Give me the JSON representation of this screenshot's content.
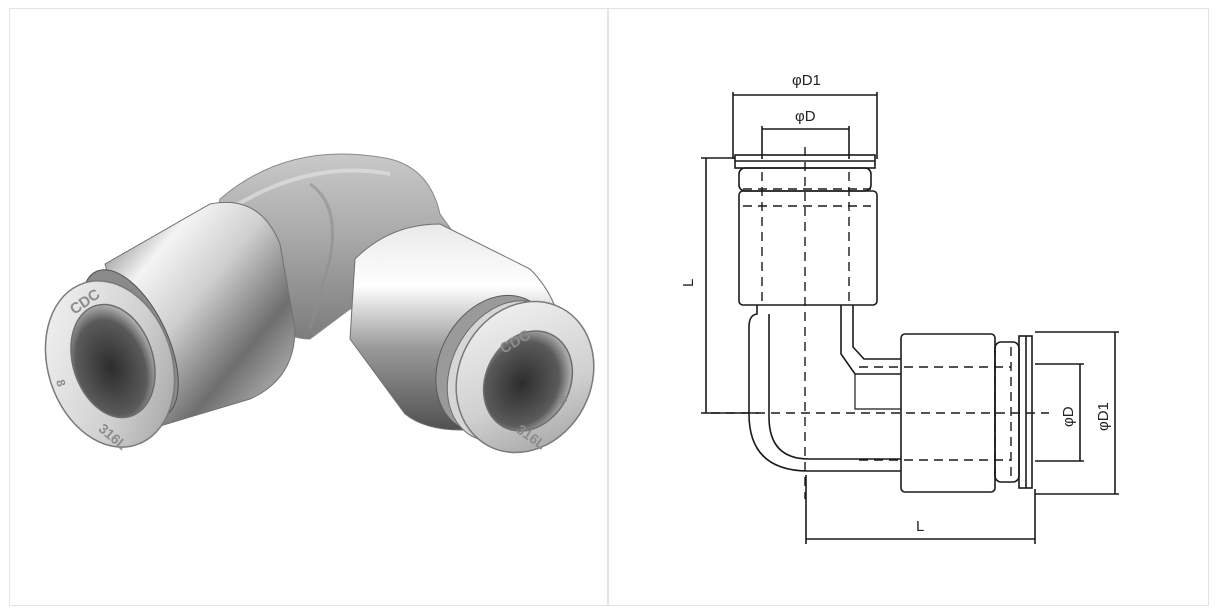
{
  "photo": {
    "engraving_brand": "CDC",
    "engraving_material": "316L",
    "engraving_size": "8"
  },
  "drawing": {
    "labels": {
      "d1_top": "φD1",
      "d_top": "φD",
      "height": "L",
      "length": "L",
      "d_side": "φD",
      "d1_side": "φD1"
    }
  },
  "colors": {
    "steel_light": "#f1f1f1",
    "steel_mid": "#b9b9b9",
    "steel_dark": "#4a4a4a",
    "cast_body": "#a7a7a7",
    "line": "#1a1a1a"
  }
}
